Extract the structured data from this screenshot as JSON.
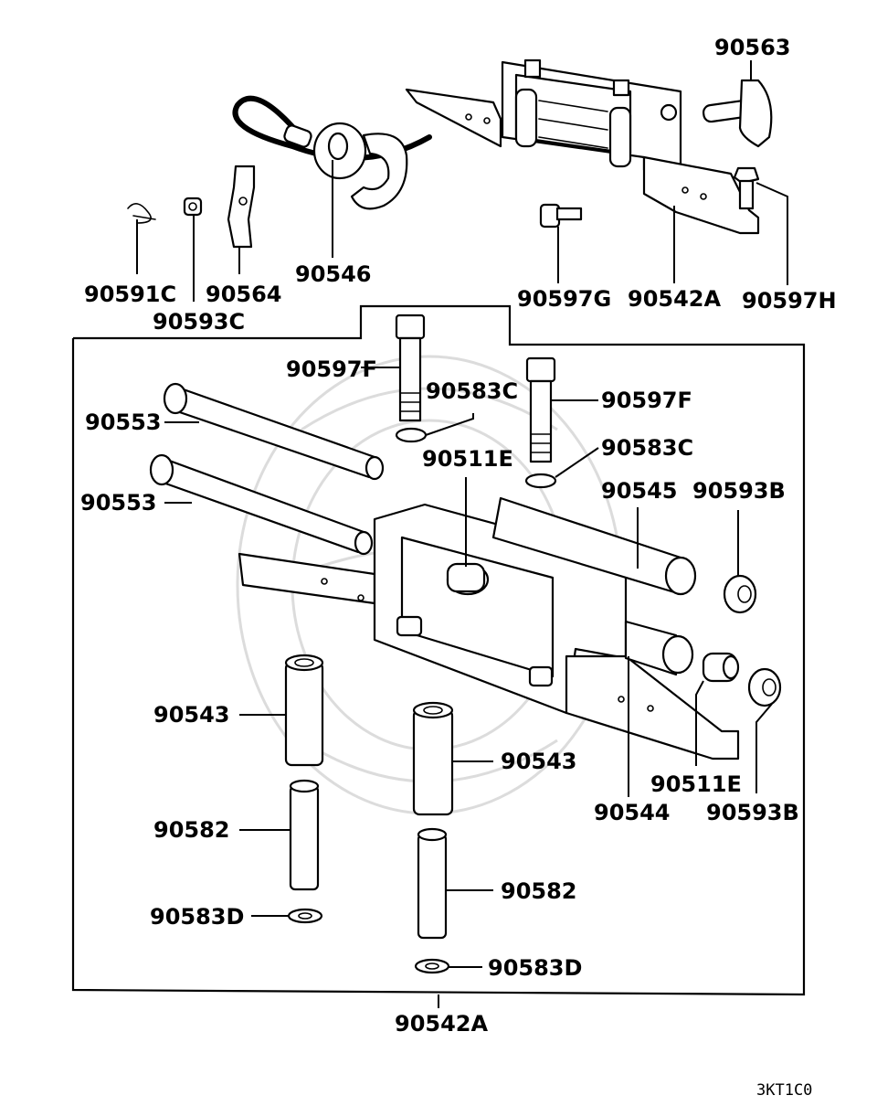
{
  "diagram_code": "3KT1C0",
  "callouts": {
    "c90563": "90563",
    "c90546": "90546",
    "c90564": "90564",
    "c90591C": "90591C",
    "c90593C": "90593C",
    "c90597G": "90597G",
    "c90542A_top": "90542A",
    "c90597H": "90597H",
    "c90597F_left": "90597F",
    "c90583C_left": "90583C",
    "c90597F_right": "90597F",
    "c90583C_right": "90583C",
    "c90553_top": "90553",
    "c90553_bottom": "90553",
    "c90511E_top": "90511E",
    "c90545": "90545",
    "c90593B_top": "90593B",
    "c90543_left": "90543",
    "c90543_right": "90543",
    "c90582_left": "90582",
    "c90582_right": "90582",
    "c90583D_left": "90583D",
    "c90583D_right": "90583D",
    "c90544": "90544",
    "c90511E_bottom": "90511E",
    "c90593B_bottom": "90593B",
    "c90542A_bottom": "90542A"
  }
}
